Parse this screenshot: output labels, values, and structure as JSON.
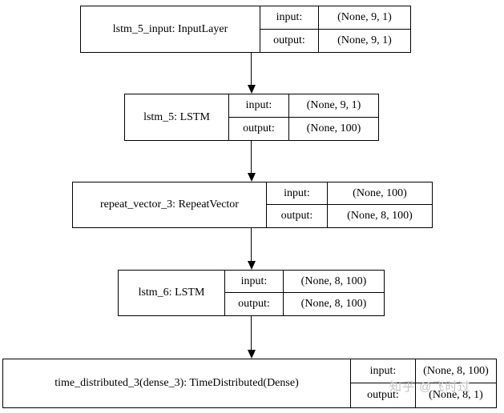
{
  "labels": {
    "input": "input:",
    "output": "output:"
  },
  "layers": [
    {
      "name": "lstm_5_input: InputLayer",
      "input_shape": "(None, 9, 1)",
      "output_shape": "(None, 9, 1)"
    },
    {
      "name": "lstm_5: LSTM",
      "input_shape": "(None, 9, 1)",
      "output_shape": "(None, 100)"
    },
    {
      "name": "repeat_vector_3: RepeatVector",
      "input_shape": "(None, 100)",
      "output_shape": "(None, 8, 100)"
    },
    {
      "name": "lstm_6: LSTM",
      "input_shape": "(None, 8, 100)",
      "output_shape": "(None, 8, 100)"
    },
    {
      "name": "time_distributed_3(dense_3): TimeDistributed(Dense)",
      "input_shape": "(None, 8, 100)",
      "output_shape": "(None, 8, 1)"
    }
  ],
  "watermark": "知乎 @飞时过",
  "colors": {
    "border": "#000000",
    "text": "#000000",
    "background": "#ffffff",
    "watermark": "#c3c3c3"
  }
}
